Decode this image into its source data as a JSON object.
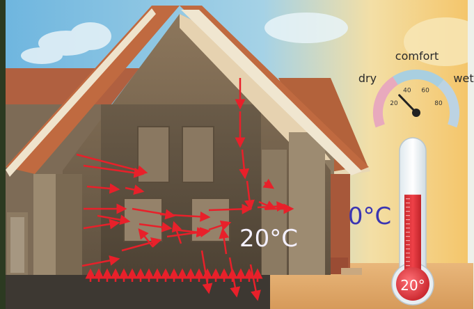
{
  "humidity_gauge": {
    "left_label": "dry",
    "top_label": "comfort",
    "right_label": "wet",
    "ticks": [
      "20",
      "40",
      "60",
      "80"
    ],
    "needle_value": 30,
    "colors": {
      "dry": "#e8a9bd",
      "comfort": "#a9cfe0",
      "wet": "#bcd3e3"
    }
  },
  "outside_temperature": {
    "text": "0°C",
    "color": "#3a35b3"
  },
  "inside_temperature": {
    "text": "20°C",
    "color": "#f4f0ff"
  },
  "thermometer": {
    "reading": "20°",
    "fill_fraction": 0.62,
    "color": "#e0343a"
  },
  "heat_flow_arrows": {
    "color": "#e8202a"
  }
}
